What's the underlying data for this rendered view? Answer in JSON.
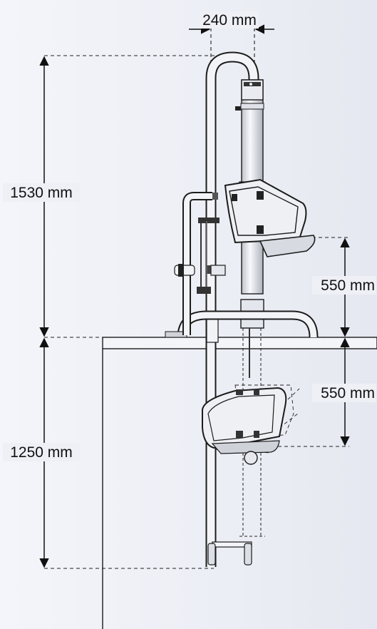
{
  "dimensions": {
    "width_label": "240 mm",
    "upper_height_label": "1530 mm",
    "lower_height_label": "1250 mm",
    "upper_seat_drop_label": "550 mm",
    "lower_seat_drop_label": "550 mm"
  },
  "colors": {
    "background": "#eef0f6",
    "line": "#1c1c1c",
    "metal_light": "#f2f4f8",
    "metal_shade": "#c9ccd4",
    "dashed": "#222222"
  }
}
